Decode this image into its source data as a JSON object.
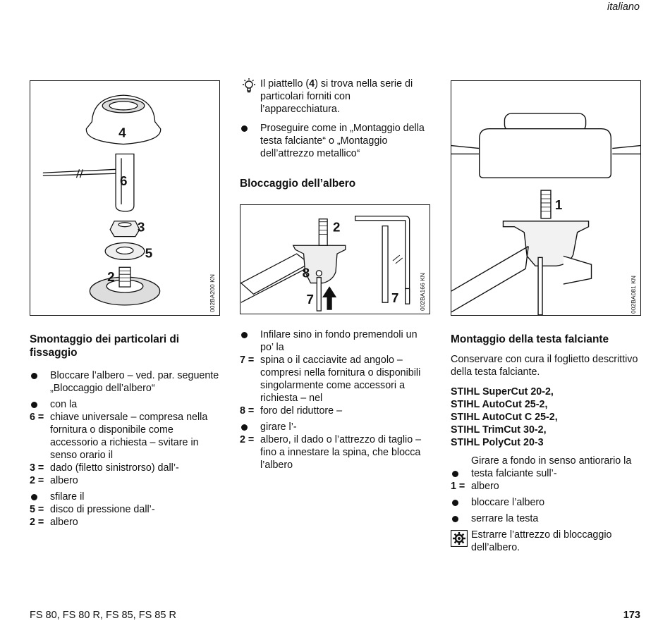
{
  "header": {
    "language": "italiano"
  },
  "footer": {
    "models": "FS 80, FS 80 R, FS 85, FS 85 R",
    "page_number": "173"
  },
  "figures": {
    "left": {
      "code": "002BA200 KN",
      "labels": [
        "4",
        "6",
        "3",
        "5",
        "2"
      ]
    },
    "middle": {
      "code": "002BA166 KN",
      "labels": [
        "2",
        "8",
        "7",
        "7"
      ]
    },
    "right": {
      "code": "002BA081 KN",
      "labels": [
        "1"
      ]
    }
  },
  "col1": {
    "heading_line1": "Smontaggio dei particolari di",
    "heading_line2": "fissaggio",
    "b1": "Bloccare l’albero – ved. par. seguente „Bloccaggio dell’albero“",
    "b2": "con la",
    "d6_key": "6 =",
    "d6": "chiave universale – compresa nella fornitura o disponibile come accessorio a richiesta – svitare in senso orario il",
    "d3_key": "3 =",
    "d3": "dado (filetto sinistrorso) dall’-",
    "d2a_key": "2 =",
    "d2a": "albero",
    "b3": "sfilare il",
    "d5_key": "5 =",
    "d5": "disco di pressione dall’-",
    "d2b_key": "2 =",
    "d2b": "albero"
  },
  "col2": {
    "tip_pre": "Il piattello (",
    "tip_num": "4",
    "tip_post": ") si trova nella serie di particolari forniti con l’apparecchiatura.",
    "b1": "Proseguire come in „Montaggio della testa falciante“ o „Montaggio dell’attrezzo metallico“",
    "heading": "Bloccaggio dell’albero",
    "b2": "Infilare sino in fondo premendoli un po’ la",
    "d7_key": "7 =",
    "d7": "spina o il cacciavite ad angolo – compresi nella fornitura o disponibili singolarmente come accessori a richiesta – nel",
    "d8_key": "8 =",
    "d8": "foro del riduttore –",
    "b3": "girare l’-",
    "d2_key": "2 =",
    "d2": "albero, il dado o l’attrezzo di taglio – fino a innestare la spina, che blocca l’albero"
  },
  "col3": {
    "heading": "Montaggio della testa falciante",
    "intro": "Conservare con cura il foglietto descrittivo della testa falciante.",
    "models": [
      "STIHL SuperCut 20-2,",
      "STIHL AutoCut 25-2,",
      "STIHL AutoCut C 25-2,",
      "STIHL TrimCut 30-2,",
      "STIHL PolyCut 20-3"
    ],
    "lead_in": "Girare a fondo in senso antiorario la",
    "b1": "testa falciante sull’-",
    "d1_key": "1 =",
    "d1": "albero",
    "b2": "bloccare l’albero",
    "b3": "serrare la testa",
    "note": "Estrarre l’attrezzo di bloccaggio dell’albero."
  }
}
